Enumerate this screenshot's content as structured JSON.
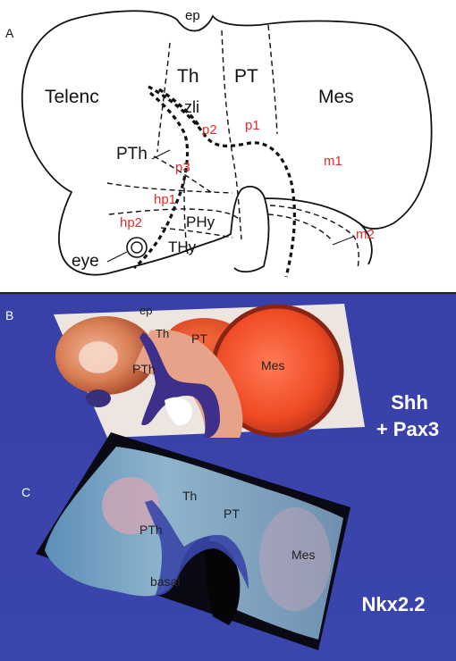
{
  "panel_a": {
    "letter": "A",
    "labels": {
      "ep": "ep",
      "th": "Th",
      "pt": "PT",
      "telenc": "Telenc",
      "mes": "Mes",
      "zli": "zli",
      "p2": "p2",
      "p1": "p1",
      "pth": "PTh",
      "p3": "p3",
      "m1": "m1",
      "hp1": "hp1",
      "hp2": "hp2",
      "phy": "PHy",
      "thy": "THy",
      "eye": "eye",
      "m2": "m2"
    }
  },
  "panel_b": {
    "letter": "B",
    "labels": {
      "ep": "ep",
      "th": "Th",
      "pt": "PT",
      "pth": "PTh",
      "mes": "Mes"
    },
    "marker_line1": "Shh",
    "marker_line2": "+ Pax3"
  },
  "panel_c": {
    "letter": "C",
    "labels": {
      "th": "Th",
      "pt": "PT",
      "pth": "PTh",
      "mes": "Mes",
      "basal": "basal"
    },
    "marker": "Nkx2.2"
  },
  "colors": {
    "label_red": "#e8282a",
    "panel_bg": "#3a3fa6",
    "marker_text": "#ffffff",
    "pax3_orange": "#e8502a",
    "shh_purple": "#3d2f8a"
  }
}
